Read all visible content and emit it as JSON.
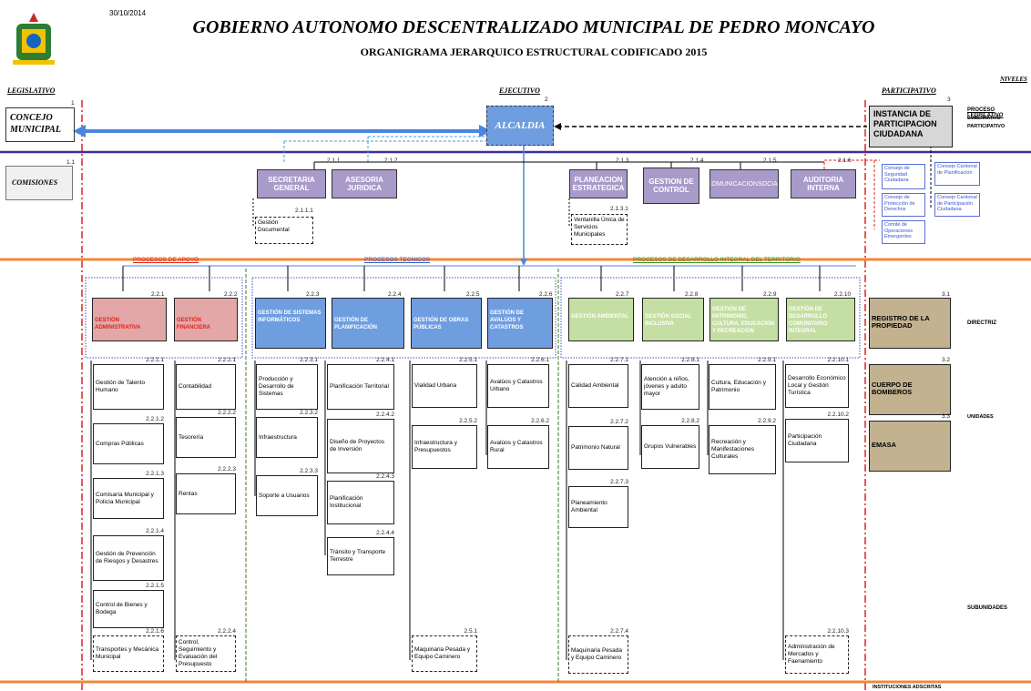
{
  "header": {
    "date": "30/10/2014",
    "title": "GOBIERNO AUTONOMO DESCENTRALIZADO MUNICIPAL DE PEDRO MONCAYO",
    "subtitle": "ORGANIGRAMA JERARQUICO ESTRUCTURAL CODIFICADO 2015"
  },
  "columns": {
    "legislativo": "LEGISLATIVO",
    "ejecutivo": "EJECUTIVO",
    "participativo": "PARTICIPATIVO",
    "niveles": "NIVELES"
  },
  "levels": {
    "proceso_legislativo": "PROCESO LEGISLATIVO",
    "gubernativo": "GUBERNATIVO",
    "participativo": "PARTICIPATIVO",
    "directriz": "DIRECTRIZ",
    "unidades": "UNIDADES",
    "subunidades": "SUBUNIDADES",
    "instituciones": "INSTITUCIONES ADSCRITAS"
  },
  "top": {
    "concejo": {
      "code": "1",
      "label": "CONCEJO MUNICIPAL"
    },
    "comisiones": {
      "code": "1.1",
      "label": "COMISIONES"
    },
    "alcaldia": {
      "code": "2",
      "label": "ALCALDIA"
    },
    "instancia": {
      "code": "3",
      "label": "INSTANCIA DE PARTICIPACION CIUDADANA"
    }
  },
  "staff": [
    {
      "code": "2.1.1",
      "label": "SECRETARIA GENERAL"
    },
    {
      "code": "2.1.2",
      "label": "ASESORIA JURIDICA"
    },
    {
      "code": "2.1.3",
      "label": "PLANEACION ESTRATEGICA"
    },
    {
      "code": "2.1.4",
      "label": "GESTION DE CONTROL"
    },
    {
      "code": "2.1.5",
      "label": "COMUNICACIONSOCIAL"
    },
    {
      "code": "2.1.6",
      "label": "AUDITORIA INTERNA"
    }
  ],
  "staff_sub": [
    {
      "code": "2.1.1.1",
      "label": "Gestión Documental"
    },
    {
      "code": "2.1.3.1",
      "label": "Ventanilla Única de Servicios Municipales"
    }
  ],
  "participation": [
    "Consejo de Seguridad Ciudadana",
    "Consejo de Protección de Derechos",
    "Comité de Operaciones Emergentes",
    "Consejo Cantonal de Planificación",
    "Consejo Cantonal de Participación Ciudadana"
  ],
  "processes": {
    "apoyo": "PROCESOS DE APOYO",
    "tecnicos": "PROCESOS TECNICOS",
    "territorio": "PROCESOS DE DESARROLLO INTEGRAL DEL TERRITORIO"
  },
  "directions": [
    {
      "code": "2.2.1",
      "label": "GESTIÓN ADMINISTRATIVA"
    },
    {
      "code": "2.2.2",
      "label": "GESTIÓN FINANCIERA"
    },
    {
      "code": "2.2.3",
      "label": "GESTIÓN DE SISTEMAS INFORMÁTICOS"
    },
    {
      "code": "2.2.4",
      "label": "GESTIÓN DE PLANIFICACIÓN"
    },
    {
      "code": "2.2.5",
      "label": "GESTIÓN DE OBRAS PÚBLICAS"
    },
    {
      "code": "2.2.6",
      "label": "GESTIÓN DE AVALÚOS Y CATASTROS"
    },
    {
      "code": "2.2.7",
      "label": "GESTIÓN AMBIENTAL"
    },
    {
      "code": "2.2.8",
      "label": "GESTIÓN SOCIAL INCLUSIVA"
    },
    {
      "code": "2.2.9",
      "label": "GESTIÓN DE PATRIMONIO, CULTURA, EDUCACIÓN Y RECREACIÓN"
    },
    {
      "code": "2.2.10",
      "label": "GESTIÓN DE DESARROLLO COMUNITARIO INTEGRAL"
    }
  ],
  "adscritas": [
    {
      "code": "3.1",
      "label": "REGISTRO DE LA PROPIEDAD"
    },
    {
      "code": "3.2",
      "label": "CUERPO DE BOMBEROS"
    },
    {
      "code": "3.3",
      "label": "EMASA"
    }
  ],
  "units": {
    "c1": [
      {
        "code": "2.2.1.1",
        "label": "Gestión de Talento Humano"
      },
      {
        "code": "2.2.1.2",
        "label": "Compras Públicas"
      },
      {
        "code": "2.2.1.3",
        "label": "Comisaría Municipal y Policía Municipal"
      },
      {
        "code": "2.2.1.4",
        "label": "Gestión de Prevención de Riesgos y Desastres"
      },
      {
        "code": "2.2.1.5",
        "label": "Control de Bienes y Bodega"
      },
      {
        "code": "2.2.1.6",
        "label": "Transportes y Mecánica Municipal"
      }
    ],
    "c2": [
      {
        "code": "2.2.2.1",
        "label": "Contabilidad"
      },
      {
        "code": "2.2.2.2",
        "label": "Tesorería"
      },
      {
        "code": "2.2.2.3",
        "label": "Rentas"
      },
      {
        "code": "2.2.2.4",
        "label": "Control, Seguimiento y Evaluación del Presupuesto"
      }
    ],
    "c3": [
      {
        "code": "2.2.3.1",
        "label": "Producción y Desarrollo de Sistemas"
      },
      {
        "code": "2.2.3.2",
        "label": "Infraestructura"
      },
      {
        "code": "2.2.3.3",
        "label": "Soporte a Usuarios"
      }
    ],
    "c4": [
      {
        "code": "2.2.4.1",
        "label": "Planificación Territorial"
      },
      {
        "code": "2.2.4.2",
        "label": "Diseño de Proyectos de Inversión"
      },
      {
        "code": "2.2.4.3",
        "label": "Planificación Institucional"
      },
      {
        "code": "2.2.4.4",
        "label": "Tránsito y Transporte Terrestre"
      }
    ],
    "c5": [
      {
        "code": "2.2.5.1",
        "label": "Vialidad Urbana"
      },
      {
        "code": "2.2.5.2",
        "label": "Infraestructura y Presupuestos"
      },
      {
        "code": "2.5.1",
        "label": "Maquinaria Pesada y Equipo Caminero"
      }
    ],
    "c6": [
      {
        "code": "2.2.6.1",
        "label": "Avalúos y Catastros Urbano"
      },
      {
        "code": "2.2.6.2",
        "label": "Avalúos y Catastros Rural"
      }
    ],
    "c7": [
      {
        "code": "2.2.7.1",
        "label": "Calidad Ambiental"
      },
      {
        "code": "2.2.7.2",
        "label": "Patrimonio Natural"
      },
      {
        "code": "2.2.7.3",
        "label": "Planeamiento Ambiental"
      },
      {
        "code": "2.2.7.4",
        "label": "Maquinaria Pesada y Equipo Caminero"
      }
    ],
    "c8": [
      {
        "code": "2.2.8.1",
        "label": "Atención a niños, jóvenes y adulto mayor"
      },
      {
        "code": "2.2.8.2",
        "label": "Grupos Vulnerables"
      }
    ],
    "c9": [
      {
        "code": "2.2.9.1",
        "label": "Cultura, Educación y Patrimonio"
      },
      {
        "code": "2.2.9.2",
        "label": "Recreación y Manifestaciones Culturales"
      }
    ],
    "c10": [
      {
        "code": "2.2.10.1",
        "label": "Desarrollo Económico Local y Gestión Turística"
      },
      {
        "code": "2.2.10.2",
        "label": "Participación Ciudadana"
      },
      {
        "code": "2.2.10.3",
        "label": "Administración de Mercados y Faenamiento"
      }
    ]
  },
  "colors": {
    "purple": "#a89ac9",
    "blue": "#6f9ee0",
    "red": "#e3a7a7",
    "green": "#c5dea3",
    "brown": "#c2b28f",
    "orange_band": "#f0883a",
    "red_dash": "#e0231b"
  }
}
